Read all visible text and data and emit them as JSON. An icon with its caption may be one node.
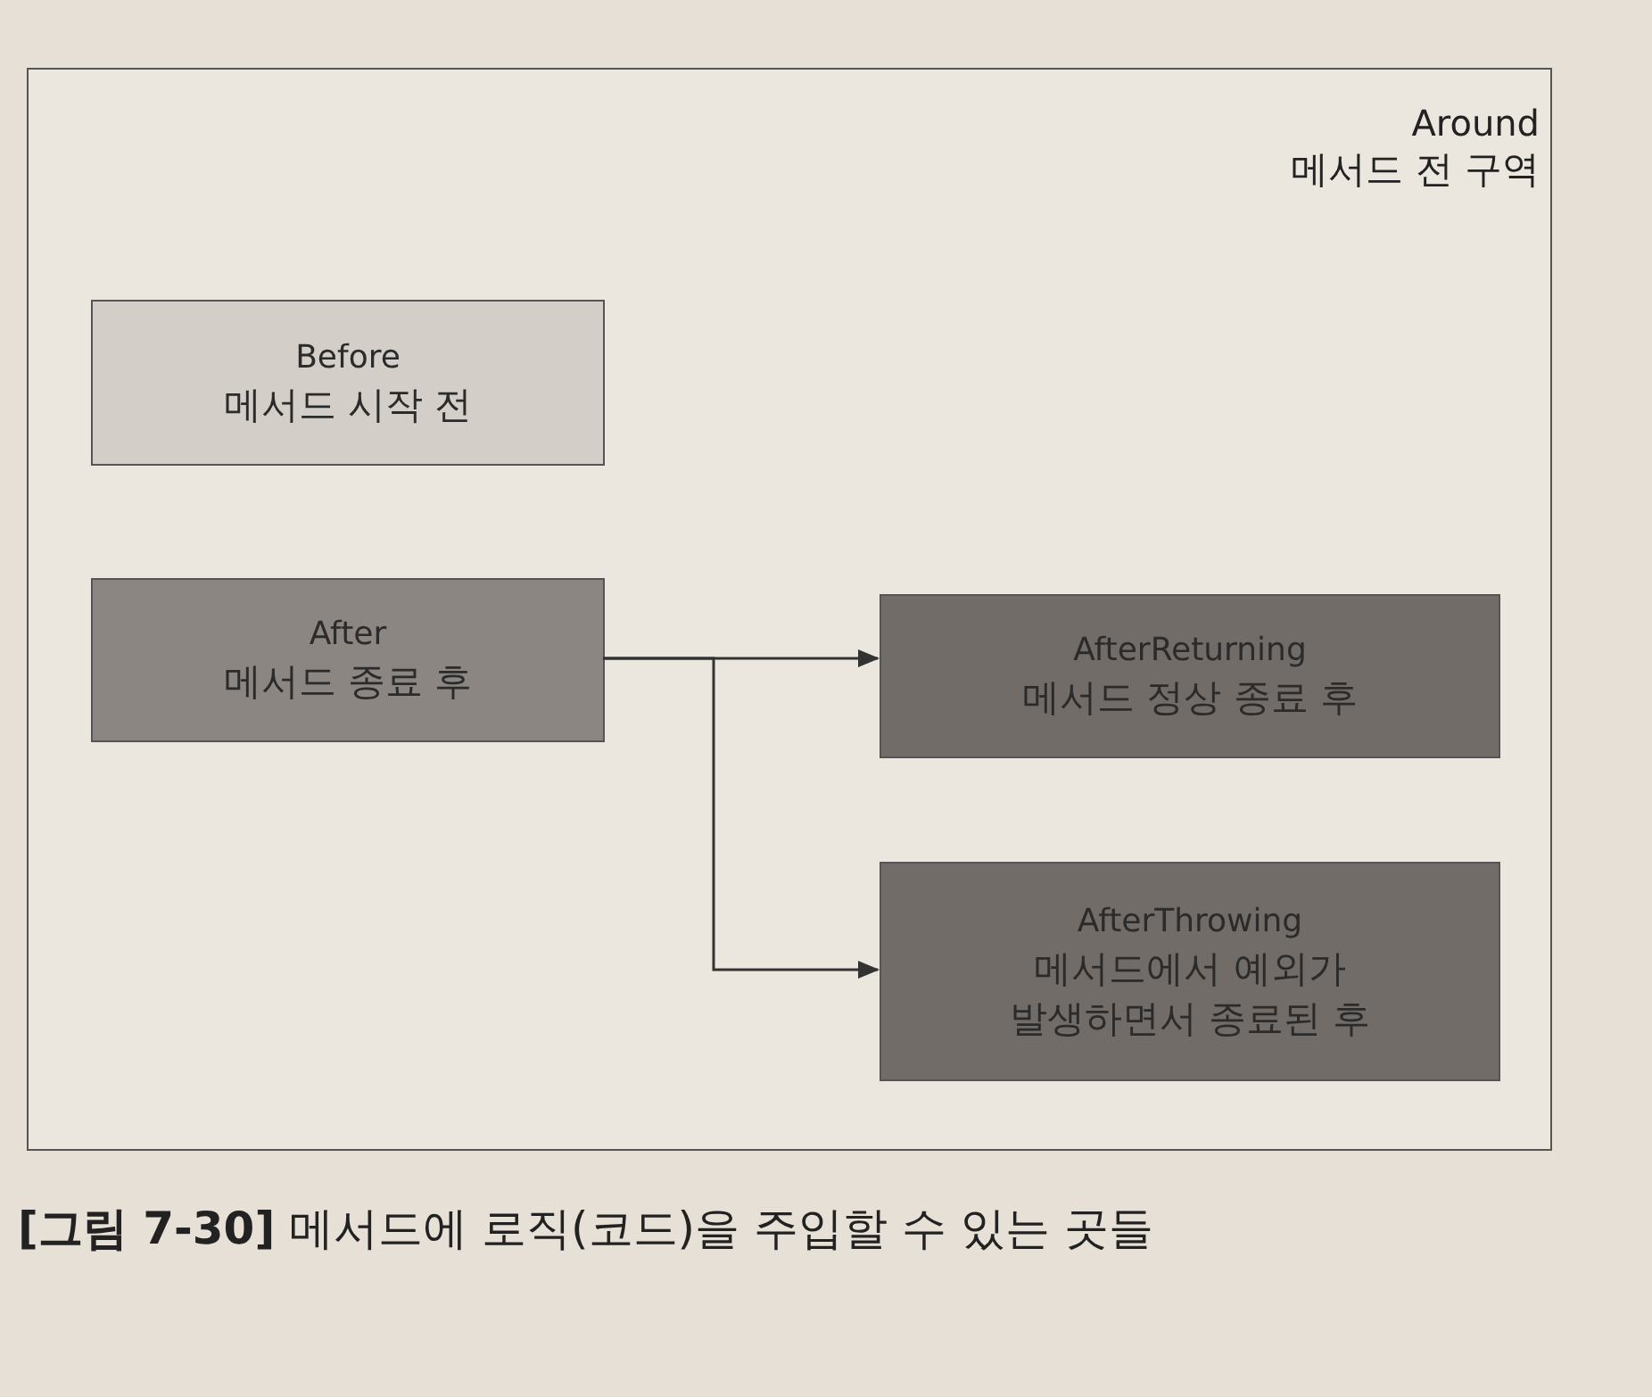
{
  "diagram": {
    "caption": "**[그림 7-30]** 메서드에 로직(코드)을 주입할 수 있는 곳들",
    "nodes": [
      {
        "text": [
          "Around",
          "메서드 전 구역"
        ]
      },
      {
        "text": [
          "Before",
          "메서드 시작 전"
        ],
        "in": 0
      },
      {
        "text": [
          "After",
          "메서드 종료 후"
        ],
        "in": 0
      },
      {
        "text": [
          "AfterReturning",
          "메서드 정상 종료 후"
        ],
        "in": 0
      },
      {
        "text": [
          "AfterThrowing",
          "메서드에서 예외가 발생하면서 종료된 후"
        ],
        "in": 0
      }
    ],
    "edges": [
      {
        "from": 2,
        "to": 3,
        "arrow": "to"
      },
      {
        "from": 2,
        "to": 4,
        "arrow": "to"
      }
    ]
  }
}
